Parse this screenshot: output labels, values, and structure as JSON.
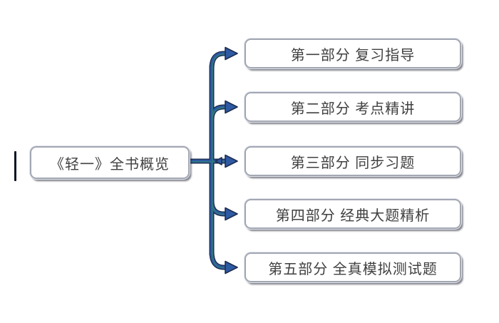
{
  "diagram": {
    "root": {
      "label": "《轻一》全书概览"
    },
    "branches": [
      {
        "label": "第一部分 复习指导"
      },
      {
        "label": "第二部分 考点精讲"
      },
      {
        "label": "第三部分 同步习题"
      },
      {
        "label": "第四部分 经典大题精析"
      },
      {
        "label": "第五部分 全真模拟测试题"
      }
    ],
    "colors": {
      "background": "#ffffff",
      "connector_outline": "#1d2d50",
      "connector_fill": "#2e5aa3",
      "connector_accent": "#2f8076",
      "box_border": "#a2a7b2",
      "box_halo": "#e1e4ee",
      "text": "#404040",
      "stub": "#0d1526"
    }
  }
}
